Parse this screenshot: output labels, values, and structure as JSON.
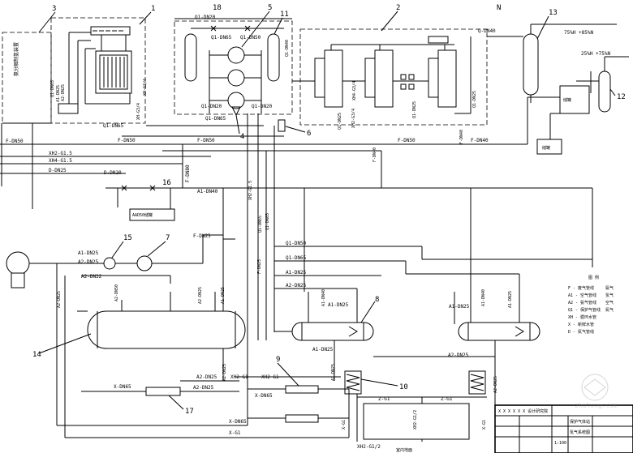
{
  "numbers": {
    "n1": "1",
    "n2": "2",
    "n3": "3",
    "n4": "4",
    "n5": "5",
    "n6": "6",
    "n7": "7",
    "n8": "8",
    "n9": "9",
    "n10": "10",
    "n11": "11",
    "n12": "12",
    "n13": "13",
    "n14": "14",
    "n15": "15",
    "n16": "16",
    "n17": "17",
    "n18": "18"
  },
  "pipes": {
    "q1_dn20_top": "Q1-DN20",
    "q1_dn65_top": "Q1-DN65",
    "q1_dn50_top": "Q1-DN50",
    "q1_dn40": "Q1-DN40",
    "q1_dn65_left": "Q1-DN65",
    "q1_dn65_low": "Q1-DN65",
    "q1_dn20_mid": "Q1-DN20",
    "q1_dn20_low": "Q1-DN20",
    "q1_dn65_b1": "Q1-DN65",
    "q1_dn65_c1": "Q1-DN65",
    "q1_dn65_v": "Q1-DN65",
    "xh_g34_a": "XH-G3/4",
    "xh_g34_b": "XH-G3/4",
    "xh2_g34": "XH2-G3/4",
    "xh4_g34": "XH4-G3/4",
    "q1_dn25_a": "Q1-DN25",
    "q1_dn25_b": "Q1-DN25",
    "f_dn40_right": "F-DN40",
    "f_dn40_v": "F-DN40",
    "f_dn40_right2": "F-DN40",
    "f_dn50_left": "F-DN50",
    "f_dn50_mid": "F-DN50",
    "f_dn50_c": "F-DN50",
    "f_dn50_right": "F-DN50",
    "f_dn25": "F-DN25",
    "f_dn80": "F-DN80",
    "xh2_g15": "XH2-G1.5",
    "xh4_g15": "XH4-G1.5",
    "d_dn25": "D-DN25",
    "d_dn20": "D-DN20",
    "a1_dn40": "A1-DN40",
    "xh2_g15_v": "XH2-G1.5",
    "a1_dn25": "A1-DN25",
    "a2_dn25_a": "A2-DN25",
    "a2_dn32": "A2-DN32",
    "a2_dn50": "A2-DN50",
    "a2_dn25_v": "A2-DN25",
    "a1_dn25_v": "A1-DN25",
    "a2_dn25_l": "A2-DN25",
    "a1_dn25_l": "A1-DN25",
    "q1_dn50_m": "Q1-DN50",
    "q1_dn65_m": "Q1-DN65",
    "a1_dn25_m": "A1-DN25",
    "a2_dn25_m": "A2-DN25",
    "a1_dn40_a": "A1-DN40",
    "a1_dn25_a": "A1-DN25",
    "a1_dn25_b": "A1-DN25",
    "a1_dn40_b": "A1-DN40",
    "a1_dn25_c": "A1-DN25",
    "a2_dn25_c": "A2-DN25",
    "a2_dn25_d": "A2-DN25",
    "a2_dn25_e": "A2-DN25",
    "a2_dn25_f": "A2-DN25",
    "x_dn65": "X-DN65",
    "xh2_g1": "XH2-G1",
    "xh2_g1b": "XH2-G1",
    "x_dn65b": "X-DN65",
    "x_dn65c": "X-DN65",
    "x_g1": "X-G1",
    "x_g1b": "X-G1",
    "z_g1": "Z-G1",
    "z_g1b": "Z-G1",
    "xh2_g12": "XH2-G1/2",
    "xh2_g12b": "XH2-G1/2",
    "xh2_g1v": "XH2-G1",
    "q_dn40_r": "Q-DN40",
    "q1_dn40_r": "Q1-DN40",
    "q1_dn25_r": "Q1-DN25",
    "steam_a": "75%H +85%N",
    "steam_b": "25%H +75%N",
    "a2_dn25_x": "A2-DN25",
    "x_g1_b": "X-G1"
  },
  "boxes": {
    "box3_text": "氨分解制氢装置",
    "box16": "AAD50储罐",
    "box_r1": "储罐",
    "box_r2": "储罐"
  },
  "legend": {
    "title": "图 例",
    "rows": [
      "F - 废气管线",
      "A1 - 空气管线",
      "A2 - 氨气管线",
      "Q1 - 保护气管线",
      "XH - 循环水管",
      "X - 新鲜水管",
      "D - 氮气管线"
    ],
    "right": [
      "氨气",
      "氢气",
      "空气",
      "氮气"
    ]
  },
  "title_block": {
    "header": "X X X X X X 设计研究院",
    "project": "保护气体站",
    "drawing": "氢气系统图",
    "scale": "1:100"
  },
  "watermark": "zhulong.com",
  "mark_top": "N",
  "floor_label": "室内地面"
}
